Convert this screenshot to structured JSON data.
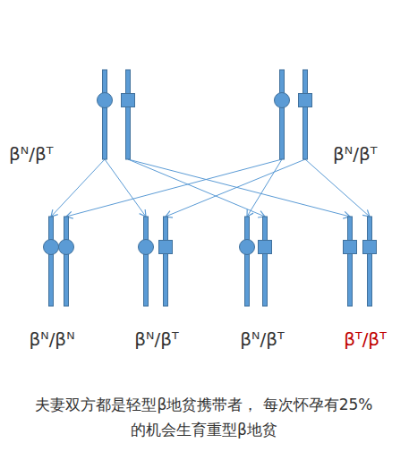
{
  "diagram": {
    "caption": "夫妻双方都是轻型β地贫携带者， 每次怀孕有25%的机会生育重型β地贫",
    "nodes": [
      {
        "text": [
          "βᴺ/βᵀ"
        ]
      },
      {
        "text": [
          "βᴺ/βᵀ"
        ]
      },
      {
        "text": [
          "βᴺ/βᴺ"
        ]
      },
      {
        "text": [
          "βᴺ/βᵀ"
        ]
      },
      {
        "text": [
          "βᴺ/βᵀ"
        ]
      },
      {
        "text": [
          "βᵀ/βᵀ"
        ]
      }
    ],
    "edges": [
      {
        "from": 0,
        "to": 2,
        "arrow": "to"
      },
      {
        "from": 0,
        "to": 3,
        "arrow": "to"
      },
      {
        "from": 0,
        "to": 4,
        "arrow": "to"
      },
      {
        "from": 0,
        "to": 5,
        "arrow": "to"
      },
      {
        "from": 1,
        "to": 2,
        "arrow": "to"
      },
      {
        "from": 1,
        "to": 3,
        "arrow": "to"
      },
      {
        "from": 1,
        "to": 4,
        "arrow": "to"
      },
      {
        "from": 1,
        "to": 5,
        "arrow": "to"
      }
    ]
  }
}
